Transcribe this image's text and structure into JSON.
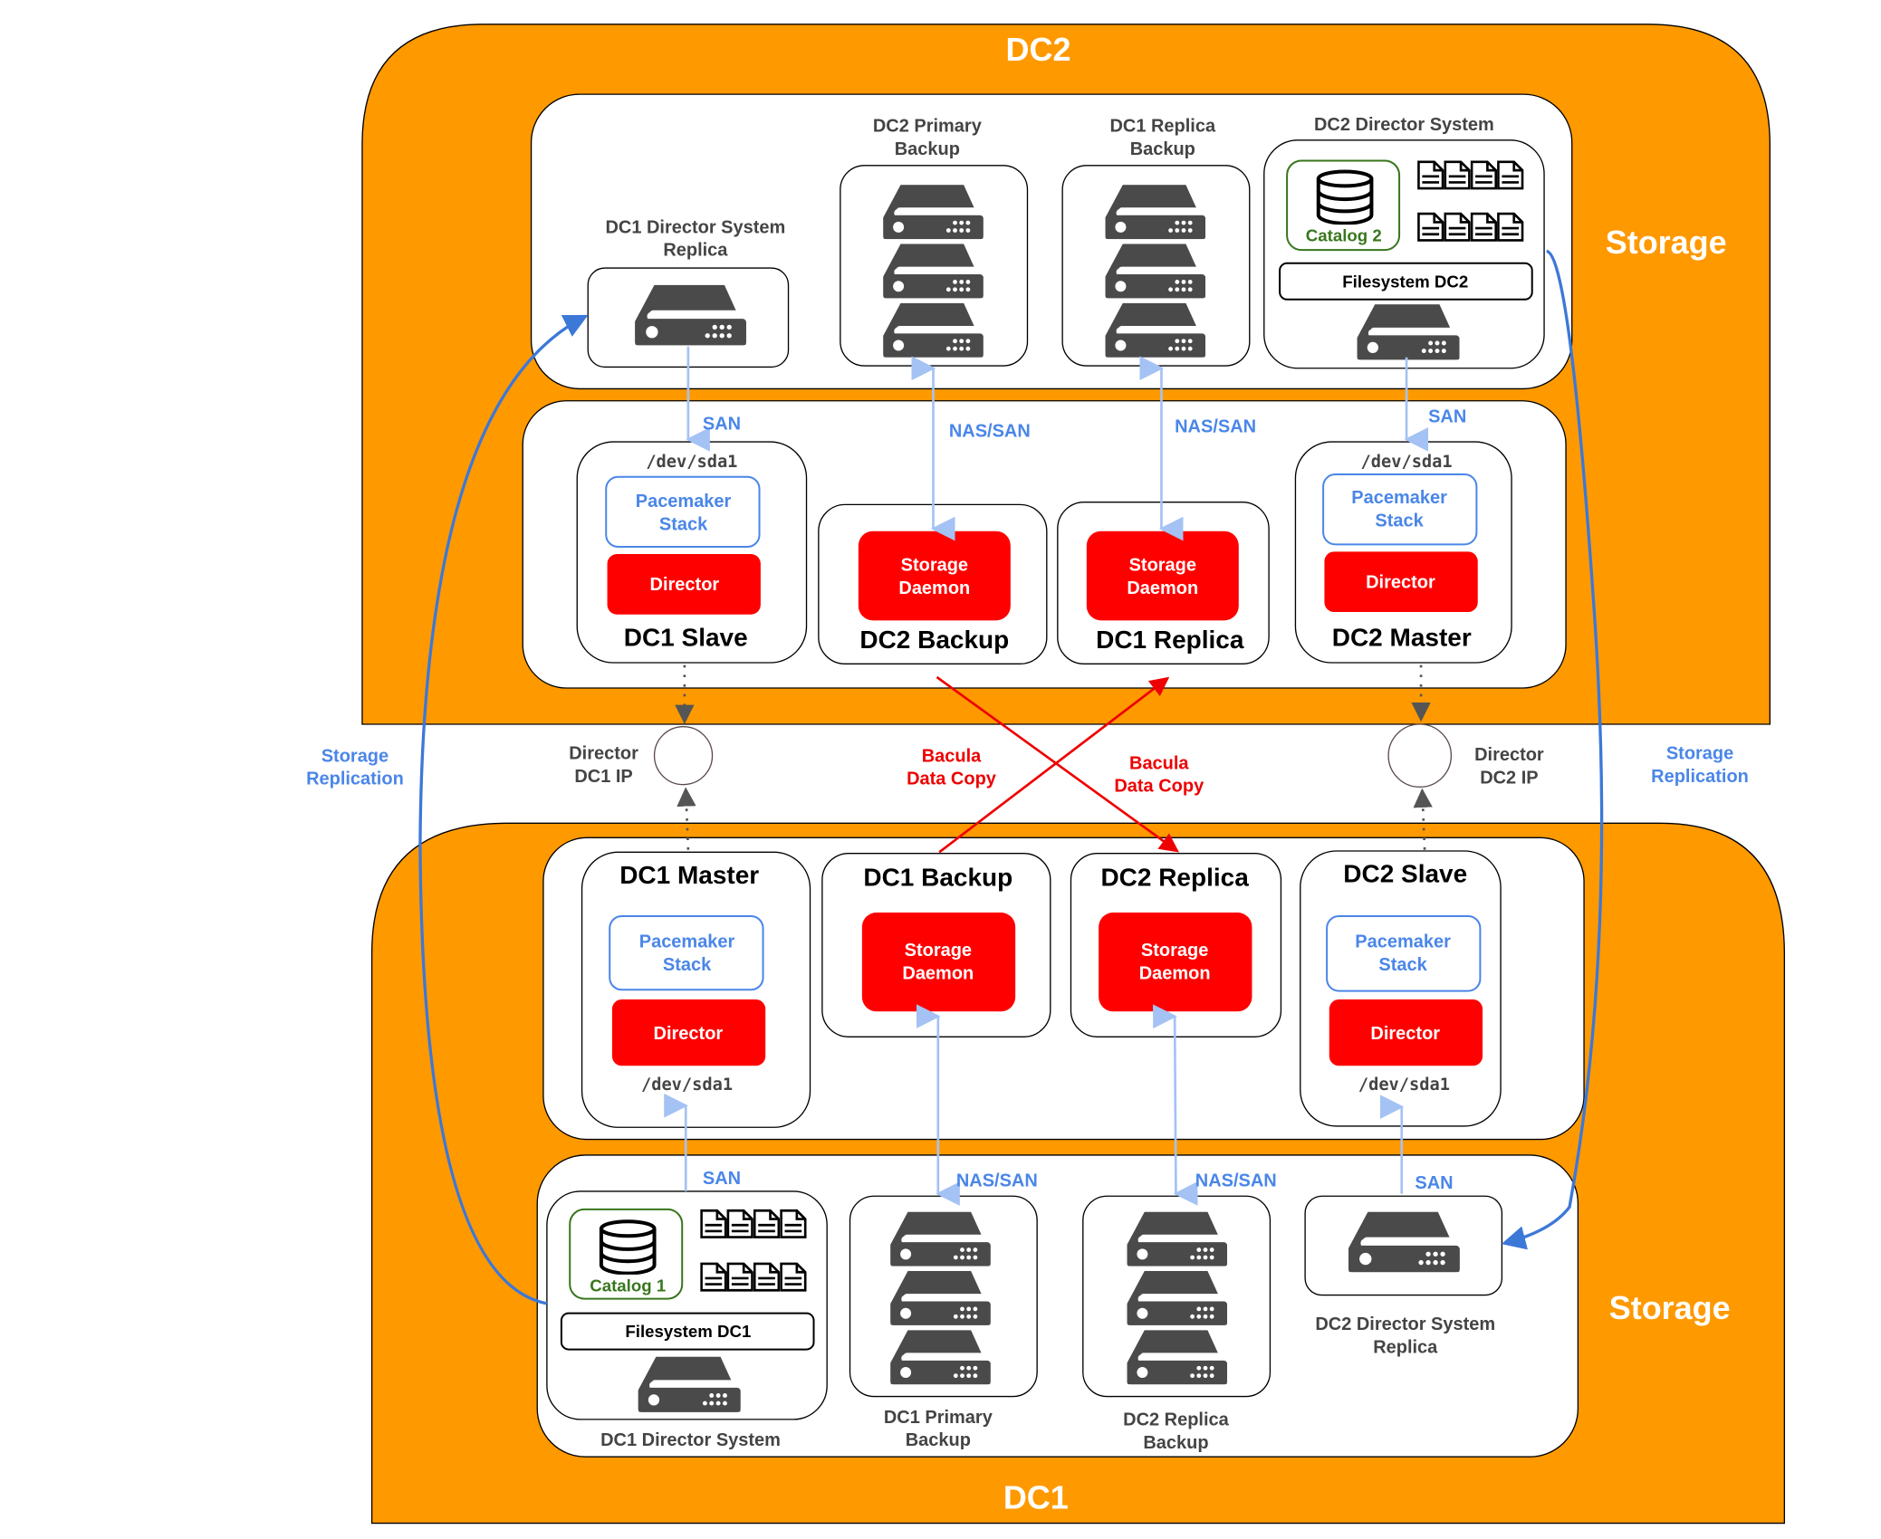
{
  "colors": {
    "orange": "#ff9900",
    "red": "#ff0000",
    "blue": "#4a86e8",
    "lightblue": "#a4c2f4",
    "green": "#38761d",
    "server": "#4a4a4a"
  },
  "dc2": {
    "title": "DC2",
    "storage_label": "Storage",
    "storage": {
      "dc1_director_replica": [
        "DC1 Director System",
        "Replica"
      ],
      "primary_backup": [
        "DC2 Primary",
        "Backup"
      ],
      "replica_backup": [
        "DC1 Replica",
        "Backup"
      ],
      "director_system": "DC2 Director System",
      "catalog": "Catalog 2",
      "filesystem": "Filesystem DC2"
    },
    "nodes": {
      "slave": {
        "title": "DC1 Slave",
        "dev": "/dev/sda1",
        "pacemaker": [
          "Pacemaker",
          "Stack"
        ],
        "director": "Director"
      },
      "backup": {
        "title": "DC2 Backup",
        "daemon": [
          "Storage",
          "Daemon"
        ]
      },
      "replica": {
        "title": "DC1 Replica",
        "daemon": [
          "Storage",
          "Daemon"
        ]
      },
      "master": {
        "title": "DC2 Master",
        "dev": "/dev/sda1",
        "pacemaker": [
          "Pacemaker",
          "Stack"
        ],
        "director": "Director"
      }
    },
    "links": {
      "san_left": "SAN",
      "nas1": "NAS/SAN",
      "nas2": "NAS/SAN",
      "san_right": "SAN"
    }
  },
  "middle": {
    "storage_replication_left": [
      "Storage",
      "Replication"
    ],
    "storage_replication_right": [
      "Storage",
      "Replication"
    ],
    "director_dc1_ip": [
      "Director",
      "DC1 IP"
    ],
    "director_dc2_ip": [
      "Director",
      "DC2 IP"
    ],
    "bacula_left": [
      "Bacula",
      "Data Copy"
    ],
    "bacula_right": [
      "Bacula",
      "Data Copy"
    ]
  },
  "dc1": {
    "title": "DC1",
    "storage_label": "Storage",
    "nodes": {
      "master": {
        "title": "DC1 Master",
        "dev": "/dev/sda1",
        "pacemaker": [
          "Pacemaker",
          "Stack"
        ],
        "director": "Director"
      },
      "backup": {
        "title": "DC1 Backup",
        "daemon": [
          "Storage",
          "Daemon"
        ]
      },
      "replica": {
        "title": "DC2 Replica",
        "daemon": [
          "Storage",
          "Daemon"
        ]
      },
      "slave": {
        "title": "DC2 Slave",
        "dev": "/dev/sda1",
        "pacemaker": [
          "Pacemaker",
          "Stack"
        ],
        "director": "Director"
      }
    },
    "storage": {
      "director_system": "DC1 Director System",
      "catalog": "Catalog 1",
      "filesystem": "Filesystem DC1",
      "primary_backup": [
        "DC1 Primary",
        "Backup"
      ],
      "replica_backup": [
        "DC2 Replica",
        "Backup"
      ],
      "dc2_director_replica": [
        "DC2 Director System",
        "Replica"
      ]
    },
    "links": {
      "san_left": "SAN",
      "nas1": "NAS/SAN",
      "nas2": "NAS/SAN",
      "san_right": "SAN"
    }
  }
}
